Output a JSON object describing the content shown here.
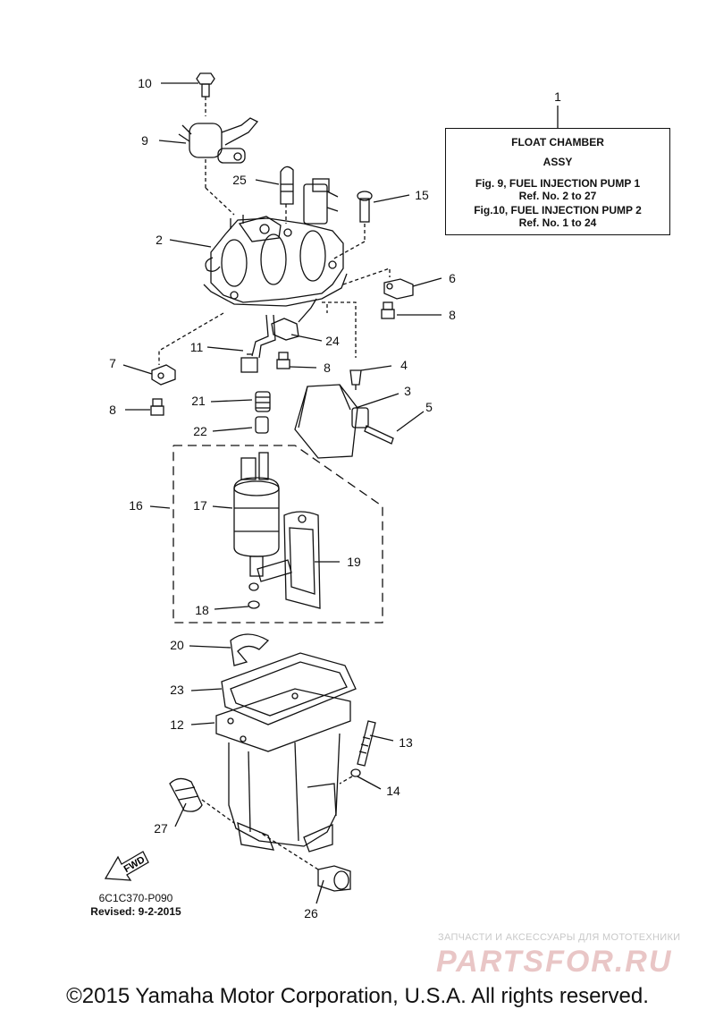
{
  "callout": {
    "ref": "1",
    "title": "FLOAT CHAMBER",
    "subtitle": "ASSY",
    "line1": "Fig.  9, FUEL INJECTION PUMP 1",
    "line2": "Ref. No. 2 to 27",
    "line3": "Fig.10, FUEL INJECTION PUMP 2",
    "line4": "Ref. No. 1 to 24"
  },
  "parts": [
    "10",
    "9",
    "25",
    "15",
    "2",
    "6",
    "8",
    "24",
    "11",
    "7",
    "8",
    "4",
    "3",
    "8",
    "21",
    "5",
    "22",
    "16",
    "17",
    "19",
    "18",
    "20",
    "23",
    "12",
    "13",
    "14",
    "27",
    "26"
  ],
  "fwd_label": "FWD",
  "drawing_code": "6C1C370-P090",
  "revised": "Revised: 9-2-2015",
  "watermark": {
    "tagline": "ЗАПЧАСТИ И АКСЕССУАРЫ ДЛЯ МОТОТЕХНИКИ",
    "logo": "PARTSFOR.RU"
  },
  "copyright": "©2015 Yamaha Motor Corporation, U.S.A. All rights reserved."
}
